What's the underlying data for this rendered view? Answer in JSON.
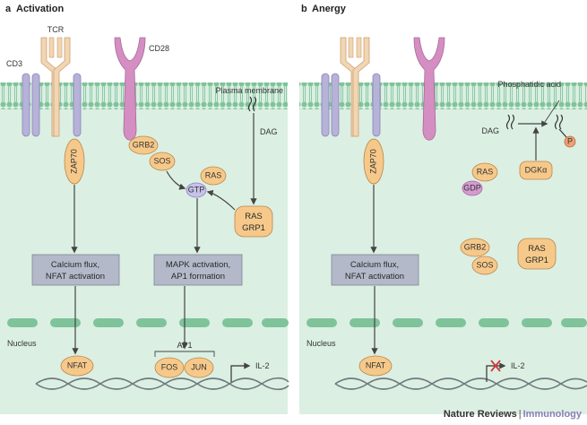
{
  "panel_a": {
    "letter": "a",
    "title": "Activation",
    "labels": {
      "tcr": "TCR",
      "cd3": "CD3",
      "cd28": "CD28",
      "plasma_membrane": "Plasma membrane",
      "dag": "DAG",
      "nucleus": "Nucleus",
      "ap1": "AP1",
      "il2": "IL-2"
    },
    "proteins": {
      "zap70": "ZAP70",
      "grb2": "GRB2",
      "sos": "SOS",
      "ras": "RAS",
      "gtp": "GTP",
      "ras_grp1_line1": "RAS",
      "ras_grp1_line2": "GRP1",
      "nfat": "NFAT",
      "fos": "FOS",
      "jun": "JUN"
    },
    "boxes": {
      "calcium_line1": "Calcium flux,",
      "calcium_line2": "NFAT activation",
      "mapk_line1": "MAPK activation,",
      "mapk_line2": "AP1 formation"
    }
  },
  "panel_b": {
    "letter": "b",
    "title": "Anergy",
    "labels": {
      "phosphatidic_acid": "Phosphatidic acid",
      "dag": "DAG",
      "p": "P",
      "nucleus": "Nucleus",
      "il2": "IL-2"
    },
    "proteins": {
      "zap70": "ZAP70",
      "ras": "RAS",
      "gdp": "GDP",
      "dgka": "DGKα",
      "grb2": "GRB2",
      "sos": "SOS",
      "ras_grp1_line1": "RAS",
      "ras_grp1_line2": "GRP1",
      "nfat": "NFAT"
    },
    "boxes": {
      "calcium_line1": "Calcium flux,",
      "calcium_line2": "NFAT activation"
    }
  },
  "footer": {
    "journal": "Nature Reviews",
    "separator": "|",
    "subject": "Immunology"
  },
  "colors": {
    "cell_bg": "#dcefe3",
    "membrane": "#7fc39a",
    "protein_fill": "#f6c98a",
    "protein_stroke": "#b8874a",
    "box_fill": "#b3b9c8",
    "tcr_fill": "#f2d5b2",
    "cd3_fill": "#b6b2d8",
    "cd28_fill": "#d48ec1",
    "gtp_fill": "#c7c2ea",
    "gdp_fill": "#d59bd1"
  }
}
